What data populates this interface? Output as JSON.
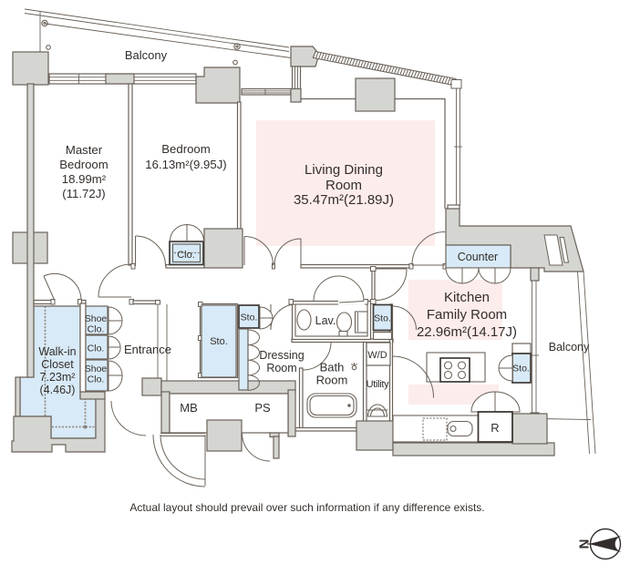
{
  "plan": {
    "balcony_top": "Balcony",
    "balcony_right": "Balcony",
    "disclaimer": "Actual layout should prevail over such information if any difference exists.",
    "compass_letter": "N",
    "rooms": {
      "master_bedroom": {
        "line1": "Master",
        "line2": "Bedroom",
        "area": "18.99m²",
        "tatami": "(11.72J)"
      },
      "bedroom": {
        "name": "Bedroom",
        "area": "16.13m²(9.95J)"
      },
      "living_dining": {
        "line1": "Living Dining",
        "line2": "Room",
        "area": "35.47m²(21.89J)"
      },
      "kitchen": {
        "line1": "Kitchen",
        "line2": "Family Room",
        "area": "22.96m²(14.17J)"
      },
      "walk_in_closet": {
        "line1": "Walk-in",
        "line2": "Closet",
        "area": "7.23m²",
        "tatami": "(4.46J)"
      },
      "entrance": {
        "name": "Entrance"
      },
      "dressing_room": {
        "line1": "Dressing",
        "line2": "Room"
      },
      "bath_room": {
        "line1": "Bath",
        "line2": "Room"
      },
      "lavatory": {
        "name": "Lav."
      },
      "utility": {
        "name": "Utility"
      }
    },
    "labels": {
      "counter": "Counter",
      "storage": "Sto.",
      "closet": "Clo.",
      "shoe": "Shoe",
      "washer_dryer": "W/D",
      "meter_box": "MB",
      "pipe_space": "PS",
      "refrigerator": "R"
    }
  }
}
